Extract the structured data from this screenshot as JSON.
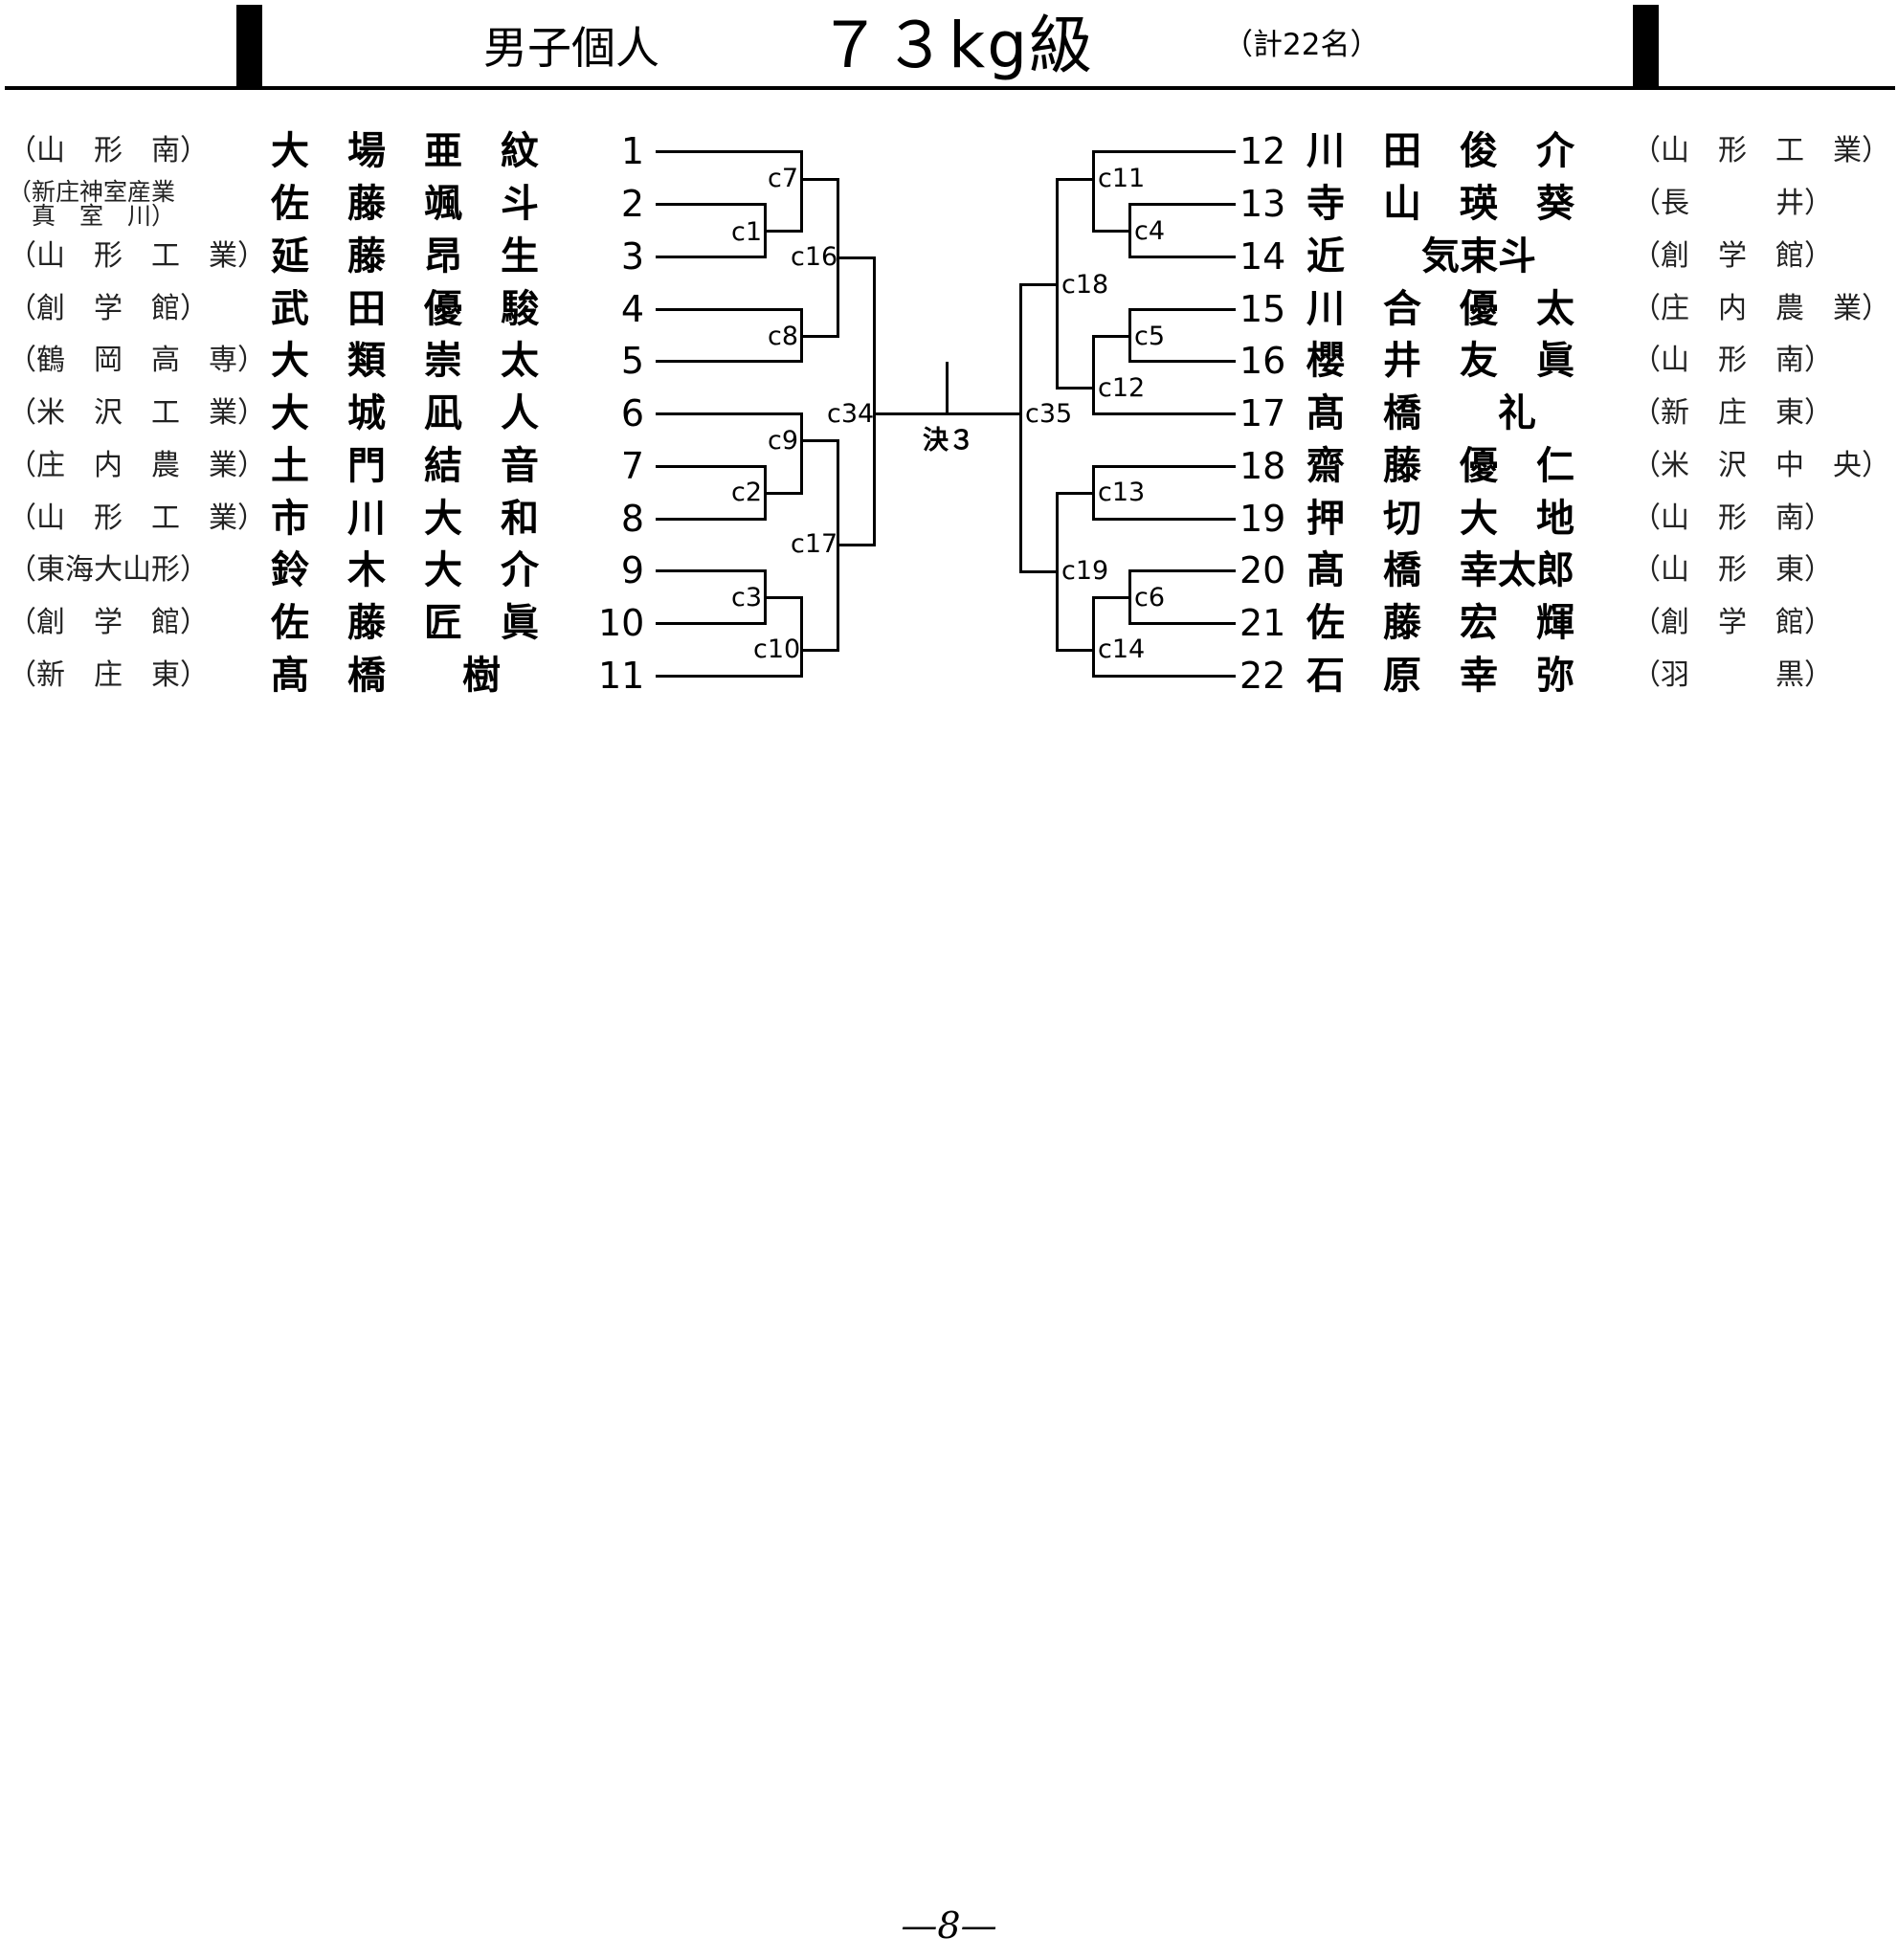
{
  "header": {
    "event": "男子個人",
    "weight": "７３kg級",
    "total": "（計22名）"
  },
  "left_entries": [
    {
      "school": "（山　形　南）",
      "name": "大　場　亜　紋",
      "num": "1"
    },
    {
      "school": "（新庄神室産業\n　真　室　川）",
      "name": "佐　藤　颯　斗",
      "num": "2"
    },
    {
      "school": "（山　形　工　業）",
      "name": "延　藤　昂　生",
      "num": "3"
    },
    {
      "school": "（創　学　館）",
      "name": "武　田　優　駿",
      "num": "4"
    },
    {
      "school": "（鶴　岡　高　専）",
      "name": "大　類　崇　太",
      "num": "5"
    },
    {
      "school": "（米　沢　工　業）",
      "name": "大　城　凪　人",
      "num": "6"
    },
    {
      "school": "（庄　内　農　業）",
      "name": "土　門　結　音",
      "num": "7"
    },
    {
      "school": "（山　形　工　業）",
      "name": "市　川　大　和",
      "num": "8"
    },
    {
      "school": "（東海大山形）",
      "name": "鈴　木　大　介",
      "num": "9"
    },
    {
      "school": "（創　学　館）",
      "name": "佐　藤　匠　眞",
      "num": "10"
    },
    {
      "school": "（新　庄　東）",
      "name": "髙　橋　　樹",
      "num": "11"
    }
  ],
  "right_entries": [
    {
      "num": "12",
      "name": "川　田　俊　介",
      "school": "（山　形　工　業）"
    },
    {
      "num": "13",
      "name": "寺　山　瑛　葵",
      "school": "（長　　　井）"
    },
    {
      "num": "14",
      "name": "近　　気束斗",
      "school": "（創　学　館）"
    },
    {
      "num": "15",
      "name": "川　合　優　太",
      "school": "（庄　内　農　業）"
    },
    {
      "num": "16",
      "name": "櫻　井　友　眞",
      "school": "（山　形　南）"
    },
    {
      "num": "17",
      "name": "髙　橋　　礼",
      "school": "（新　庄　東）"
    },
    {
      "num": "18",
      "name": "齋　藤　優　仁",
      "school": "（米　沢　中　央）"
    },
    {
      "num": "19",
      "name": "押　切　大　地",
      "school": "（山　形　南）"
    },
    {
      "num": "20",
      "name": "髙　橋　幸太郎",
      "school": "（山　形　東）"
    },
    {
      "num": "21",
      "name": "佐　藤　宏　輝",
      "school": "（創　学　館）"
    },
    {
      "num": "22",
      "name": "石　原　幸　弥",
      "school": "（羽　　　黒）"
    }
  ],
  "matches": {
    "c1": "c1",
    "c2": "c2",
    "c3": "c3",
    "c4": "c4",
    "c5": "c5",
    "c6": "c6",
    "c7": "c7",
    "c8": "c8",
    "c9": "c9",
    "c10": "c10",
    "c11": "c11",
    "c12": "c12",
    "c13": "c13",
    "c14": "c14",
    "c16": "c16",
    "c17": "c17",
    "c18": "c18",
    "c19": "c19",
    "c34": "c34",
    "c35": "c35",
    "final": "決３"
  },
  "footer": {
    "page": "—8—"
  }
}
